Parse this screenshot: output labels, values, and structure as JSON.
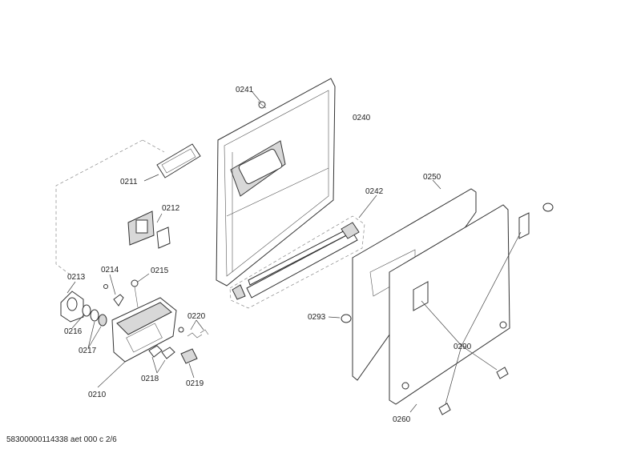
{
  "document_number": "58300000114338 aet 000 c 2/6",
  "parts": {
    "p0241": "0241",
    "p0240": "0240",
    "p0211": "0211",
    "p0212": "0212",
    "p0242": "0242",
    "p0250": "0250",
    "p0213": "0213",
    "p0214": "0214",
    "p0215": "0215",
    "p0216": "0216",
    "p0217": "0217",
    "p0220": "0220",
    "p0210": "0210",
    "p0218": "0218",
    "p0219": "0219",
    "p0293": "0293",
    "p0290": "0290",
    "p0260": "0260"
  }
}
